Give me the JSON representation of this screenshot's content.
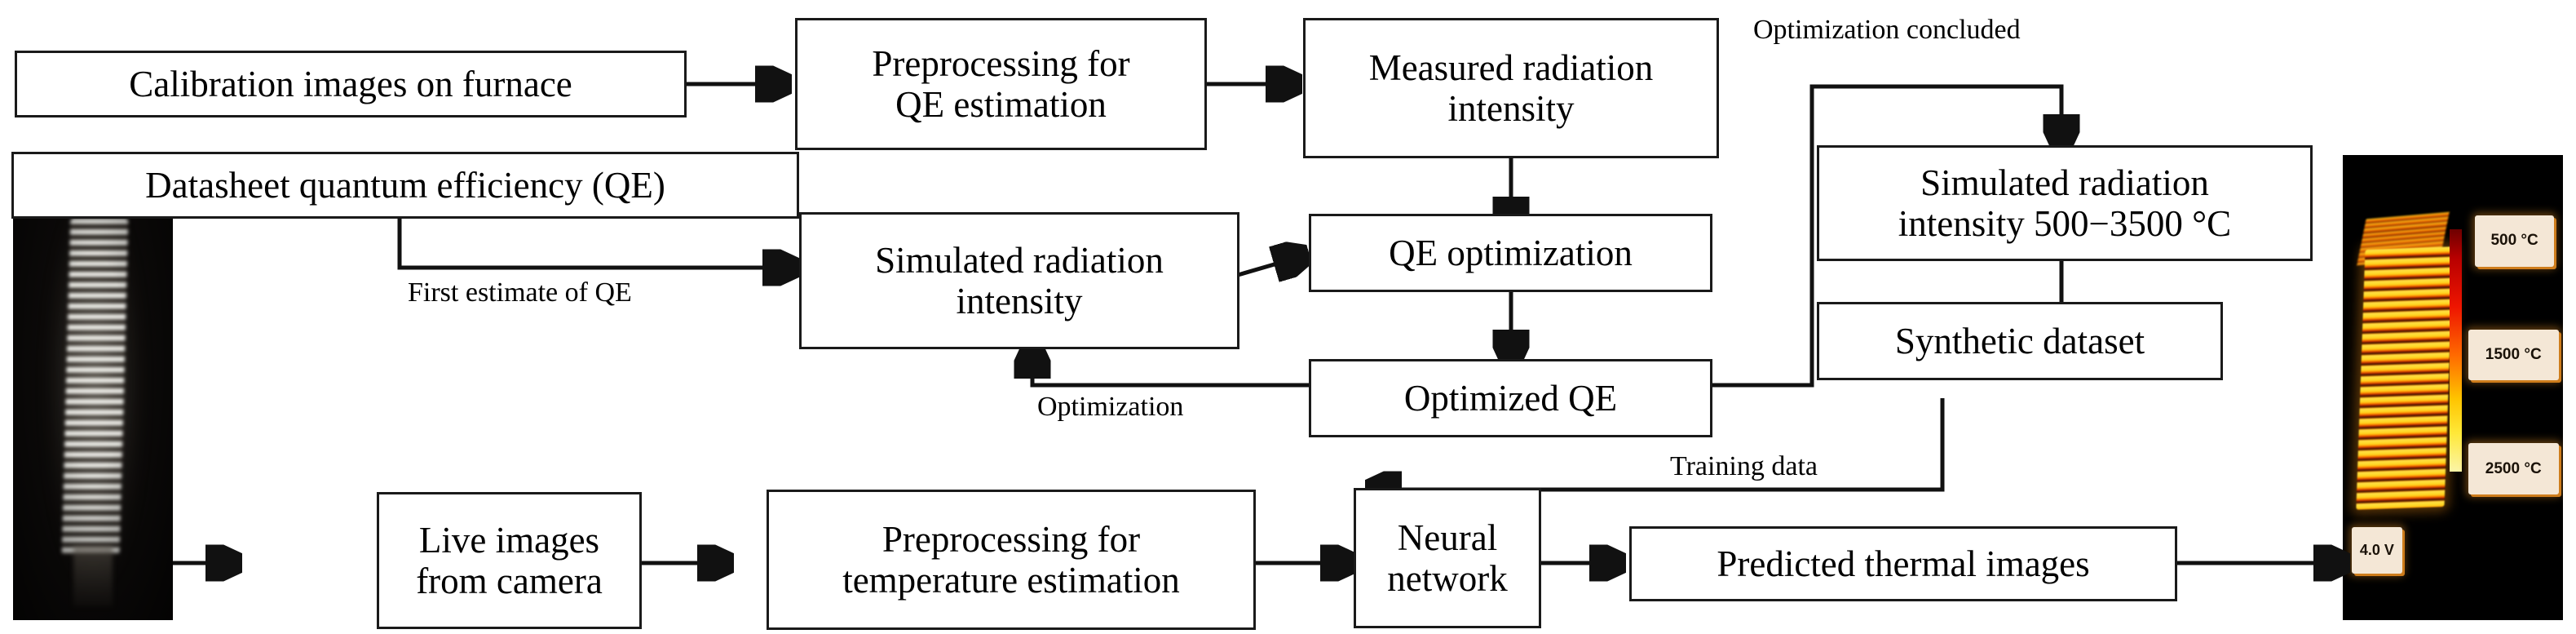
{
  "figure": {
    "type": "flowchart",
    "title": "Thermal imaging neural-network pipeline"
  },
  "nodes": [
    {
      "id": "calibration-images",
      "label": "Calibration images on furnace"
    },
    {
      "id": "preprocessing-qe",
      "label": "Preprocessing for\nQE estimation"
    },
    {
      "id": "measured-radiation",
      "label": "Measured radiation\nintensity"
    },
    {
      "id": "datasheet-qe",
      "label": "Datasheet quantum efficiency (QE)"
    },
    {
      "id": "simulated-radiation",
      "label": "Simulated radiation\nintensity"
    },
    {
      "id": "qe-optimization",
      "label": "QE optimization"
    },
    {
      "id": "optimized-qe",
      "label": "Optimized QE"
    },
    {
      "id": "simulated-radiation-range",
      "label": "Simulated radiation\nintensity 500−3500 °C"
    },
    {
      "id": "synthetic-dataset",
      "label": "Synthetic dataset"
    },
    {
      "id": "live-images",
      "label": "Live images\nfrom camera"
    },
    {
      "id": "preprocessing-temperature",
      "label": "Preprocessing for\ntemperature estimation"
    },
    {
      "id": "neural-network",
      "label": "Neural\nnetwork"
    },
    {
      "id": "predicted-thermal-images",
      "label": "Predicted thermal images"
    }
  ],
  "edge_labels": [
    {
      "id": "first-estimate-of-qe",
      "text": "First estimate of QE"
    },
    {
      "id": "optimization",
      "text": "Optimization"
    },
    {
      "id": "optimization-concluded",
      "text": "Optimization concluded"
    },
    {
      "id": "training-data",
      "text": "Training data"
    }
  ],
  "lamp_photo": {
    "caption": "photograph of glowing coiled tungsten filament lamp on dark background"
  },
  "thermal_photo": {
    "caption": "false-colour thermal image of coiled filament with temperature colour bar",
    "colorbar": {
      "ticks": [
        "500 °C",
        "1500 °C",
        "2500 °C"
      ],
      "top_color": "#6e0000",
      "bottom_color": "#fbf5a8"
    },
    "voltage_label": "4.0 V"
  },
  "colors": {
    "stroke": "#1a1a1a",
    "background": "#ffffff",
    "text": "#000000",
    "badge_bg": "#f4e7d6",
    "badge_shadow": "#d6821e"
  }
}
